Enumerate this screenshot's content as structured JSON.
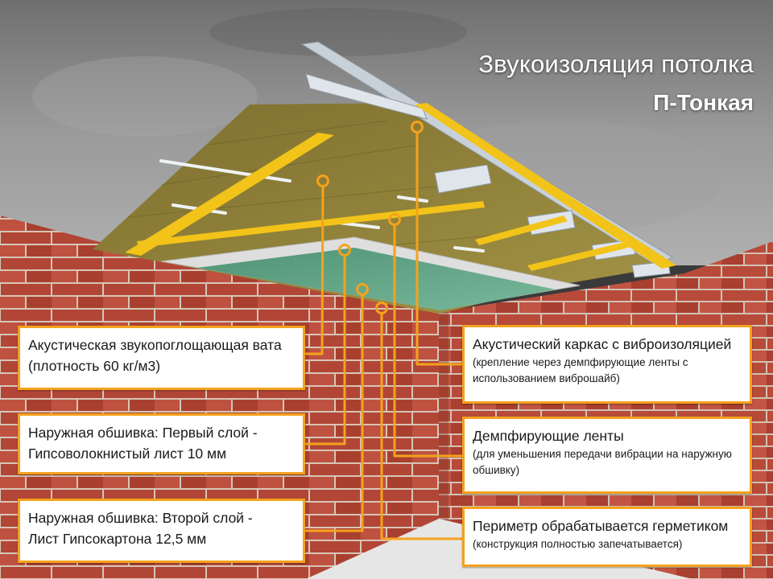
{
  "title": {
    "line1": "Звукоизоляция потолка",
    "line2": "П-Тонкая"
  },
  "callouts": {
    "wool": {
      "line1": "Акустическая звукопоглощающая вата",
      "line2": "(плотность 60 кг/м3)"
    },
    "layer1": {
      "line1": "Наружная обшивка: Первый слой -",
      "line2": "Гипсоволокнистый лист 10 мм"
    },
    "layer2": {
      "line1": "Наружная обшивка: Второй слой -",
      "line2": "Лист Гипсокартона 12,5 мм"
    },
    "frame": {
      "main": "Акустический каркас с виброизоляцией",
      "sub1": "(крепление через демпфирующие ленты с",
      "sub2": "использованием виброшайб)"
    },
    "tapes": {
      "main": "Демпфирующие ленты",
      "sub1": "(для уменьшения передачи вибрации на наружную",
      "sub2": "обшивку)"
    },
    "perimeter": {
      "main": "Периметр обрабатывается герметиком",
      "sub1": "(конструкция полностью запечатывается)"
    }
  },
  "colors": {
    "accent": "#f5a21c",
    "brick": "#b94a3a",
    "mortar": "#d9c9bd",
    "ceiling": "#8b8b8b",
    "mineral_wool": "#8a7a35",
    "damping_tape": "#f2c318",
    "profile": "#c8d0d8",
    "gypsum_fiber": "#dcdcdc",
    "drywall": "#63a586"
  }
}
